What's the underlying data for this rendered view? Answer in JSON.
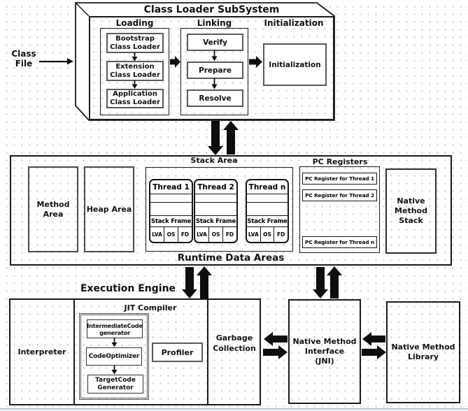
{
  "class_file": {
    "lines": [
      "Class",
      "File"
    ]
  },
  "class_loader_subsystem": {
    "title": "Class Loader SubSystem",
    "loading": {
      "label": "Loading",
      "boxes": [
        {
          "lines": [
            "Bootstrap",
            "Class Loader"
          ]
        },
        {
          "lines": [
            "Extension",
            "Class Loader"
          ]
        },
        {
          "lines": [
            "Application",
            "Class Loader"
          ]
        }
      ]
    },
    "linking": {
      "label": "Linking",
      "boxes": [
        {
          "label": "Verify"
        },
        {
          "label": "Prepare"
        },
        {
          "label": "Resolve"
        }
      ]
    },
    "initialization": {
      "label": "Initialization",
      "box_label": "Initialization"
    }
  },
  "runtime_data_areas": {
    "title": "Runtime Data Areas",
    "method_area": {
      "lines": [
        "Method",
        "Area"
      ]
    },
    "heap_area": {
      "label": "Heap Area"
    },
    "stack_area": {
      "label": "Stack Area",
      "threads": [
        {
          "title": "Thread 1",
          "stack_frame": "Stack Frame",
          "cells": [
            "LVA",
            "OS",
            "FD"
          ]
        },
        {
          "title": "Thread 2",
          "stack_frame": "Stack Frame",
          "cells": [
            "LVA",
            "OS",
            "FD"
          ]
        },
        {
          "title": "Thread n",
          "stack_frame": "Stack Frame",
          "cells": [
            "LVA",
            "OS",
            "FD"
          ]
        }
      ]
    },
    "pc_registers": {
      "label": "PC Registers",
      "items": [
        "PC Register for Thread 1",
        "PC Register for Thread 2",
        "PC Register for Thread n"
      ]
    },
    "native_method_stack": {
      "lines": [
        "Native",
        "Method",
        "Stack"
      ]
    }
  },
  "execution_engine": {
    "title": "Execution Engine",
    "interpreter": "Interpreter",
    "jit_compiler": {
      "label": "JIT Compiler",
      "stages": [
        {
          "lines": [
            "IntermediateCode",
            "generator"
          ]
        },
        {
          "lines": [
            "CodeOptimizer",
            ""
          ]
        },
        {
          "lines": [
            "TargetCode",
            "Generator"
          ]
        }
      ],
      "profiler": "Profiler"
    },
    "garbage_collection": {
      "lines": [
        "Garbage",
        "Collection"
      ]
    }
  },
  "jni": {
    "lines": [
      "Native Method",
      "Interface",
      "(JNI)"
    ]
  },
  "native_method_library": {
    "lines": [
      "Native Method",
      "Library"
    ]
  },
  "colors": {
    "line": "#1a1a1a",
    "inner_border": "#595959",
    "dot_grid": "#c6c6c6",
    "bottom_strip": "#b7c3cd"
  }
}
